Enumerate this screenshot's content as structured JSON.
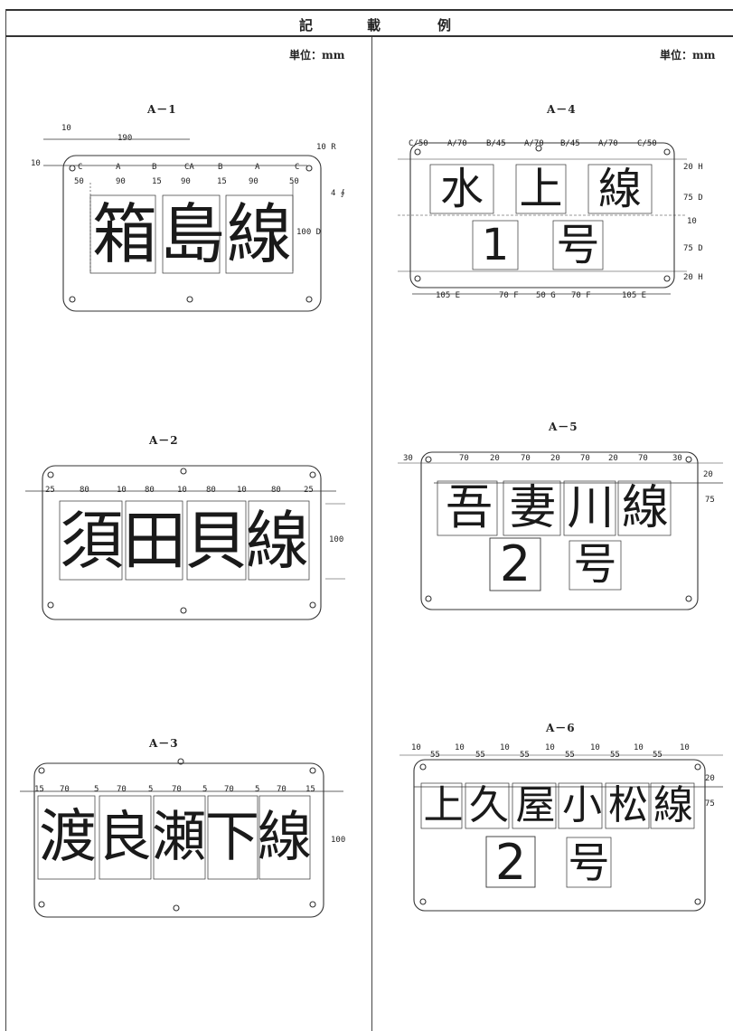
{
  "header": {
    "chars": [
      "記",
      "載",
      "例"
    ]
  },
  "units": {
    "left": "単位：mm",
    "right": "単位：mm"
  },
  "plates": [
    {
      "id": "A－1",
      "chars": [
        "箱",
        "島",
        "線"
      ],
      "dims": [
        "10",
        "190",
        "10 R",
        "10",
        "C",
        "A",
        "B",
        "CA",
        "B",
        "A",
        "C",
        "50",
        "90",
        "15",
        "90",
        "15",
        "90",
        "50",
        "4 ∮",
        "100 D"
      ]
    },
    {
      "id": "A－2",
      "chars": [
        "須",
        "田",
        "貝",
        "線"
      ],
      "dims": [
        "25",
        "80",
        "10",
        "80",
        "10",
        "80",
        "10",
        "80",
        "25",
        "100"
      ]
    },
    {
      "id": "A－3",
      "chars": [
        "渡",
        "良",
        "瀬",
        "下",
        "線"
      ],
      "dims": [
        "15",
        "70",
        "5",
        "70",
        "5",
        "70",
        "5",
        "70",
        "5",
        "70",
        "15",
        "100"
      ]
    },
    {
      "id": "A－4",
      "chars_row1": [
        "水",
        "上",
        "線"
      ],
      "chars_row2": [
        "1",
        "号"
      ],
      "dims_top": [
        "C/50",
        "A/70",
        "B/45",
        "A/70",
        "B/45",
        "A/70",
        "C/50"
      ],
      "dims_right": [
        "20 H",
        "75 D",
        "10",
        "75 D",
        "20 H"
      ],
      "dims_bottom": [
        "105 E",
        "70 F",
        "50 G",
        "70 F",
        "105 E"
      ]
    },
    {
      "id": "A－5",
      "chars_row1": [
        "吾",
        "妻",
        "川",
        "線"
      ],
      "chars_row2": [
        "2",
        "号"
      ],
      "dims_top": [
        "30",
        "70",
        "20",
        "70",
        "20",
        "70",
        "20",
        "70",
        "30"
      ],
      "dims_right": [
        "20",
        "75"
      ]
    },
    {
      "id": "A－6",
      "chars_row1": [
        "上",
        "久",
        "屋",
        "小",
        "松",
        "線"
      ],
      "chars_row2": [
        "2",
        "号"
      ],
      "dims_top": [
        "10",
        "55",
        "10",
        "55",
        "10",
        "55",
        "10",
        "55",
        "10",
        "55",
        "10",
        "55",
        "10"
      ],
      "dims_right": [
        "20",
        "75"
      ]
    }
  ]
}
